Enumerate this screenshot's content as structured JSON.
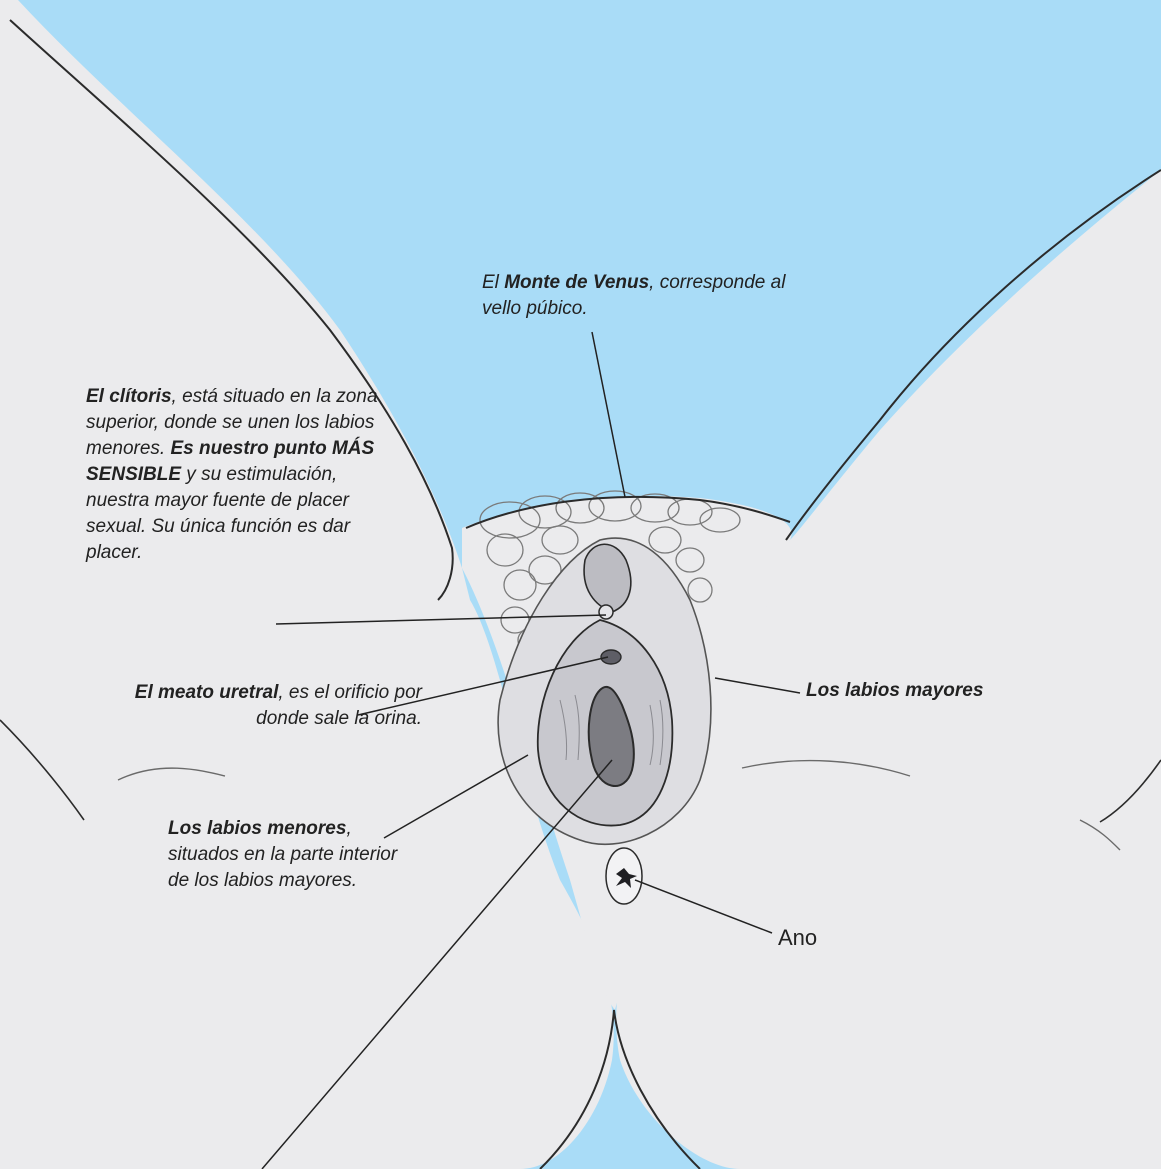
{
  "colors": {
    "background": "#a9dcf7",
    "skin": "#ebebed",
    "outline": "#2b2b2b",
    "hair": "#7a7a7a",
    "inner": "#b9b9bf",
    "vagina_opening": "#7c7c82"
  },
  "labels": {
    "monte": {
      "prefix": "El ",
      "bold": "Monte de Venus",
      "line2": ", corresponde al vello púbico."
    },
    "clitoris": {
      "bold1": "El clítoris",
      "text1": ", está situado en la zona superior, donde se unen los labios menores. ",
      "bold2": "Es nuestro punto MÁS SENSIBLE",
      "text2": " y su estimulación, nuestra mayor fuente de placer sexual. Su única función es dar placer."
    },
    "meato": {
      "bold": "El meato uretral",
      "text": ", es el orificio por donde sale la orina."
    },
    "mayores": {
      "bold": "Los labios mayores"
    },
    "menores": {
      "bold": "Los labios menores",
      "text": ", situados en la parte interior de los labios mayores."
    },
    "ano": {
      "text": "Ano"
    }
  }
}
